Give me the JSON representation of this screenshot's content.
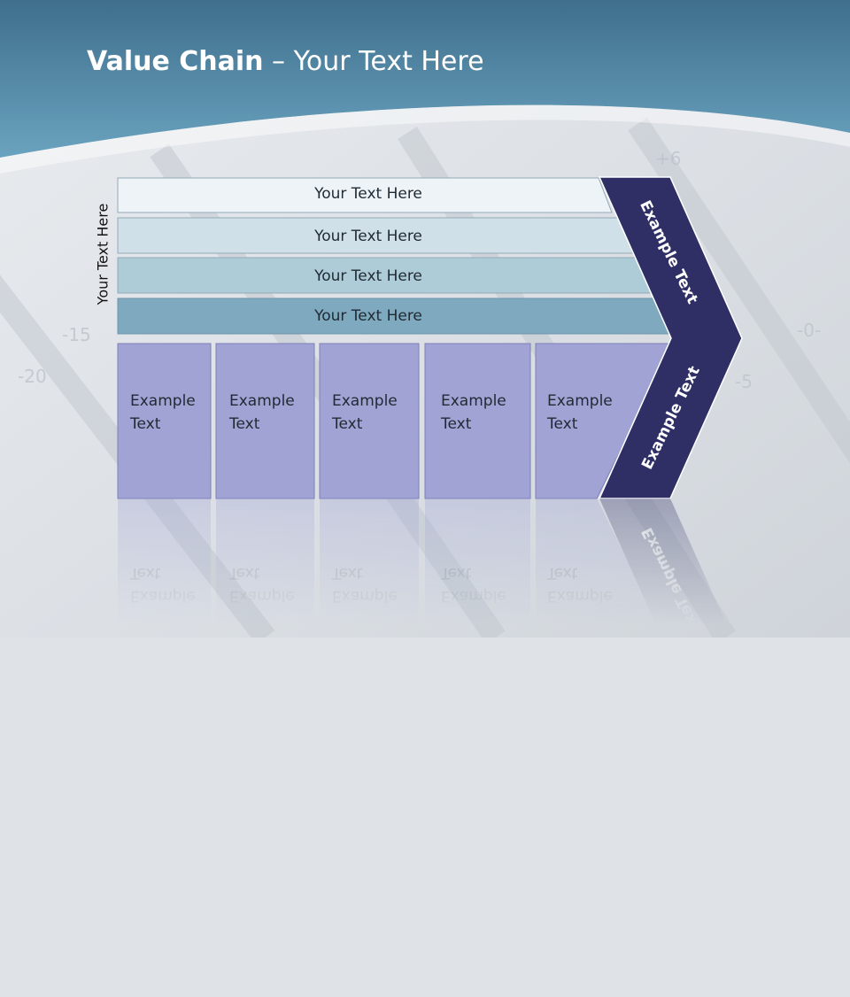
{
  "slide": {
    "title_bold": "Value Chain",
    "title_rest": " – Your Text Here",
    "side_label": "Your Text Here",
    "bars": [
      {
        "label": "Your Text Here",
        "color": "#eef3f7"
      },
      {
        "label": "Your Text Here",
        "color": "#cfe0e8"
      },
      {
        "label": "Your Text Here",
        "color": "#aecbd8"
      },
      {
        "label": "Your Text Here",
        "color": "#7ea9bf"
      }
    ],
    "columns": [
      {
        "line1": "Example",
        "line2": "Text"
      },
      {
        "line1": "Example",
        "line2": "Text"
      },
      {
        "line1": "Example",
        "line2": "Text"
      },
      {
        "line1": "Example",
        "line2": "Text"
      },
      {
        "line1": "Example",
        "line2": "Text"
      }
    ],
    "chevron_top_label": "Example Text",
    "chevron_bottom_label": "Example Text",
    "colors": {
      "header_blue": "#4f8aa8",
      "column_fill": "#a0a3d4",
      "chevron_fill": "#2f2f66"
    }
  }
}
